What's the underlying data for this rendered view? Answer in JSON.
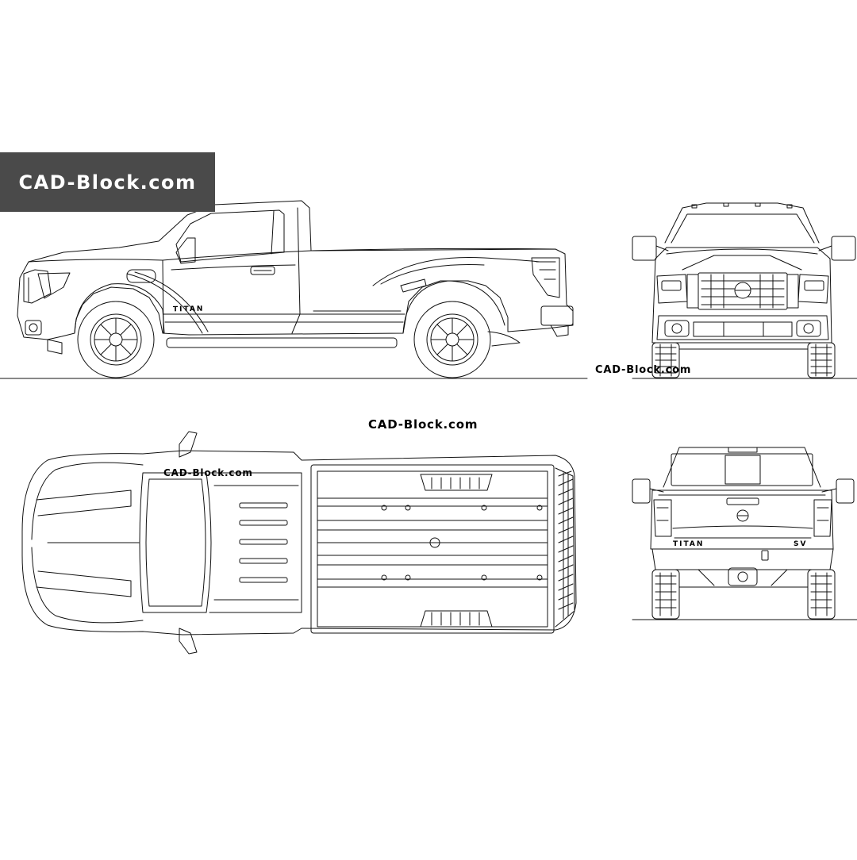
{
  "brand": {
    "banner_text": "CAD-Block.com",
    "watermarks": [
      "CAD-Block.com",
      "CAD-Block.com",
      "CAD-Block.com"
    ]
  },
  "vehicle": {
    "side_badge": "TITAN",
    "rear_badge_left": "TITAN",
    "rear_badge_right": "SV"
  },
  "colors": {
    "banner_background": "#4a4a4a",
    "banner_text": "#ffffff",
    "line": "#000000"
  }
}
